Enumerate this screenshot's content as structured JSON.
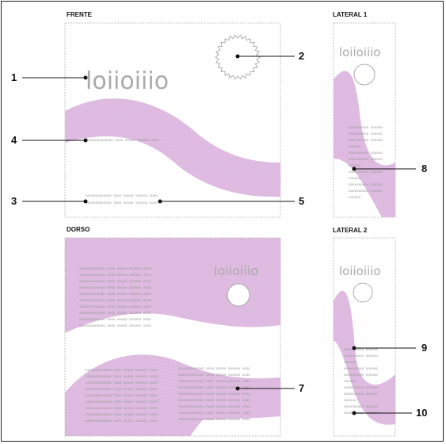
{
  "panels": {
    "frente": "FRENTE",
    "lateral1": "LATERAL 1",
    "dorso": "DORSO",
    "lateral2": "LATERAL 2"
  },
  "brand_text": "loiioiiio",
  "callouts": [
    "1",
    "2",
    "3",
    "4",
    "5",
    "7",
    "8",
    "9",
    "10"
  ],
  "filler": {
    "line_a": "ooooooooooooo oooo ooooo oooooo oooo",
    "line_b": "oooooooooo oooooo",
    "line_c": "oooooo"
  },
  "colors": {
    "wave": "#dcb6de",
    "wave_dot": "#ecd6ee",
    "border_dashed": "#b0b0b0",
    "brand": "#aaaaaa",
    "leader": "#111111"
  }
}
